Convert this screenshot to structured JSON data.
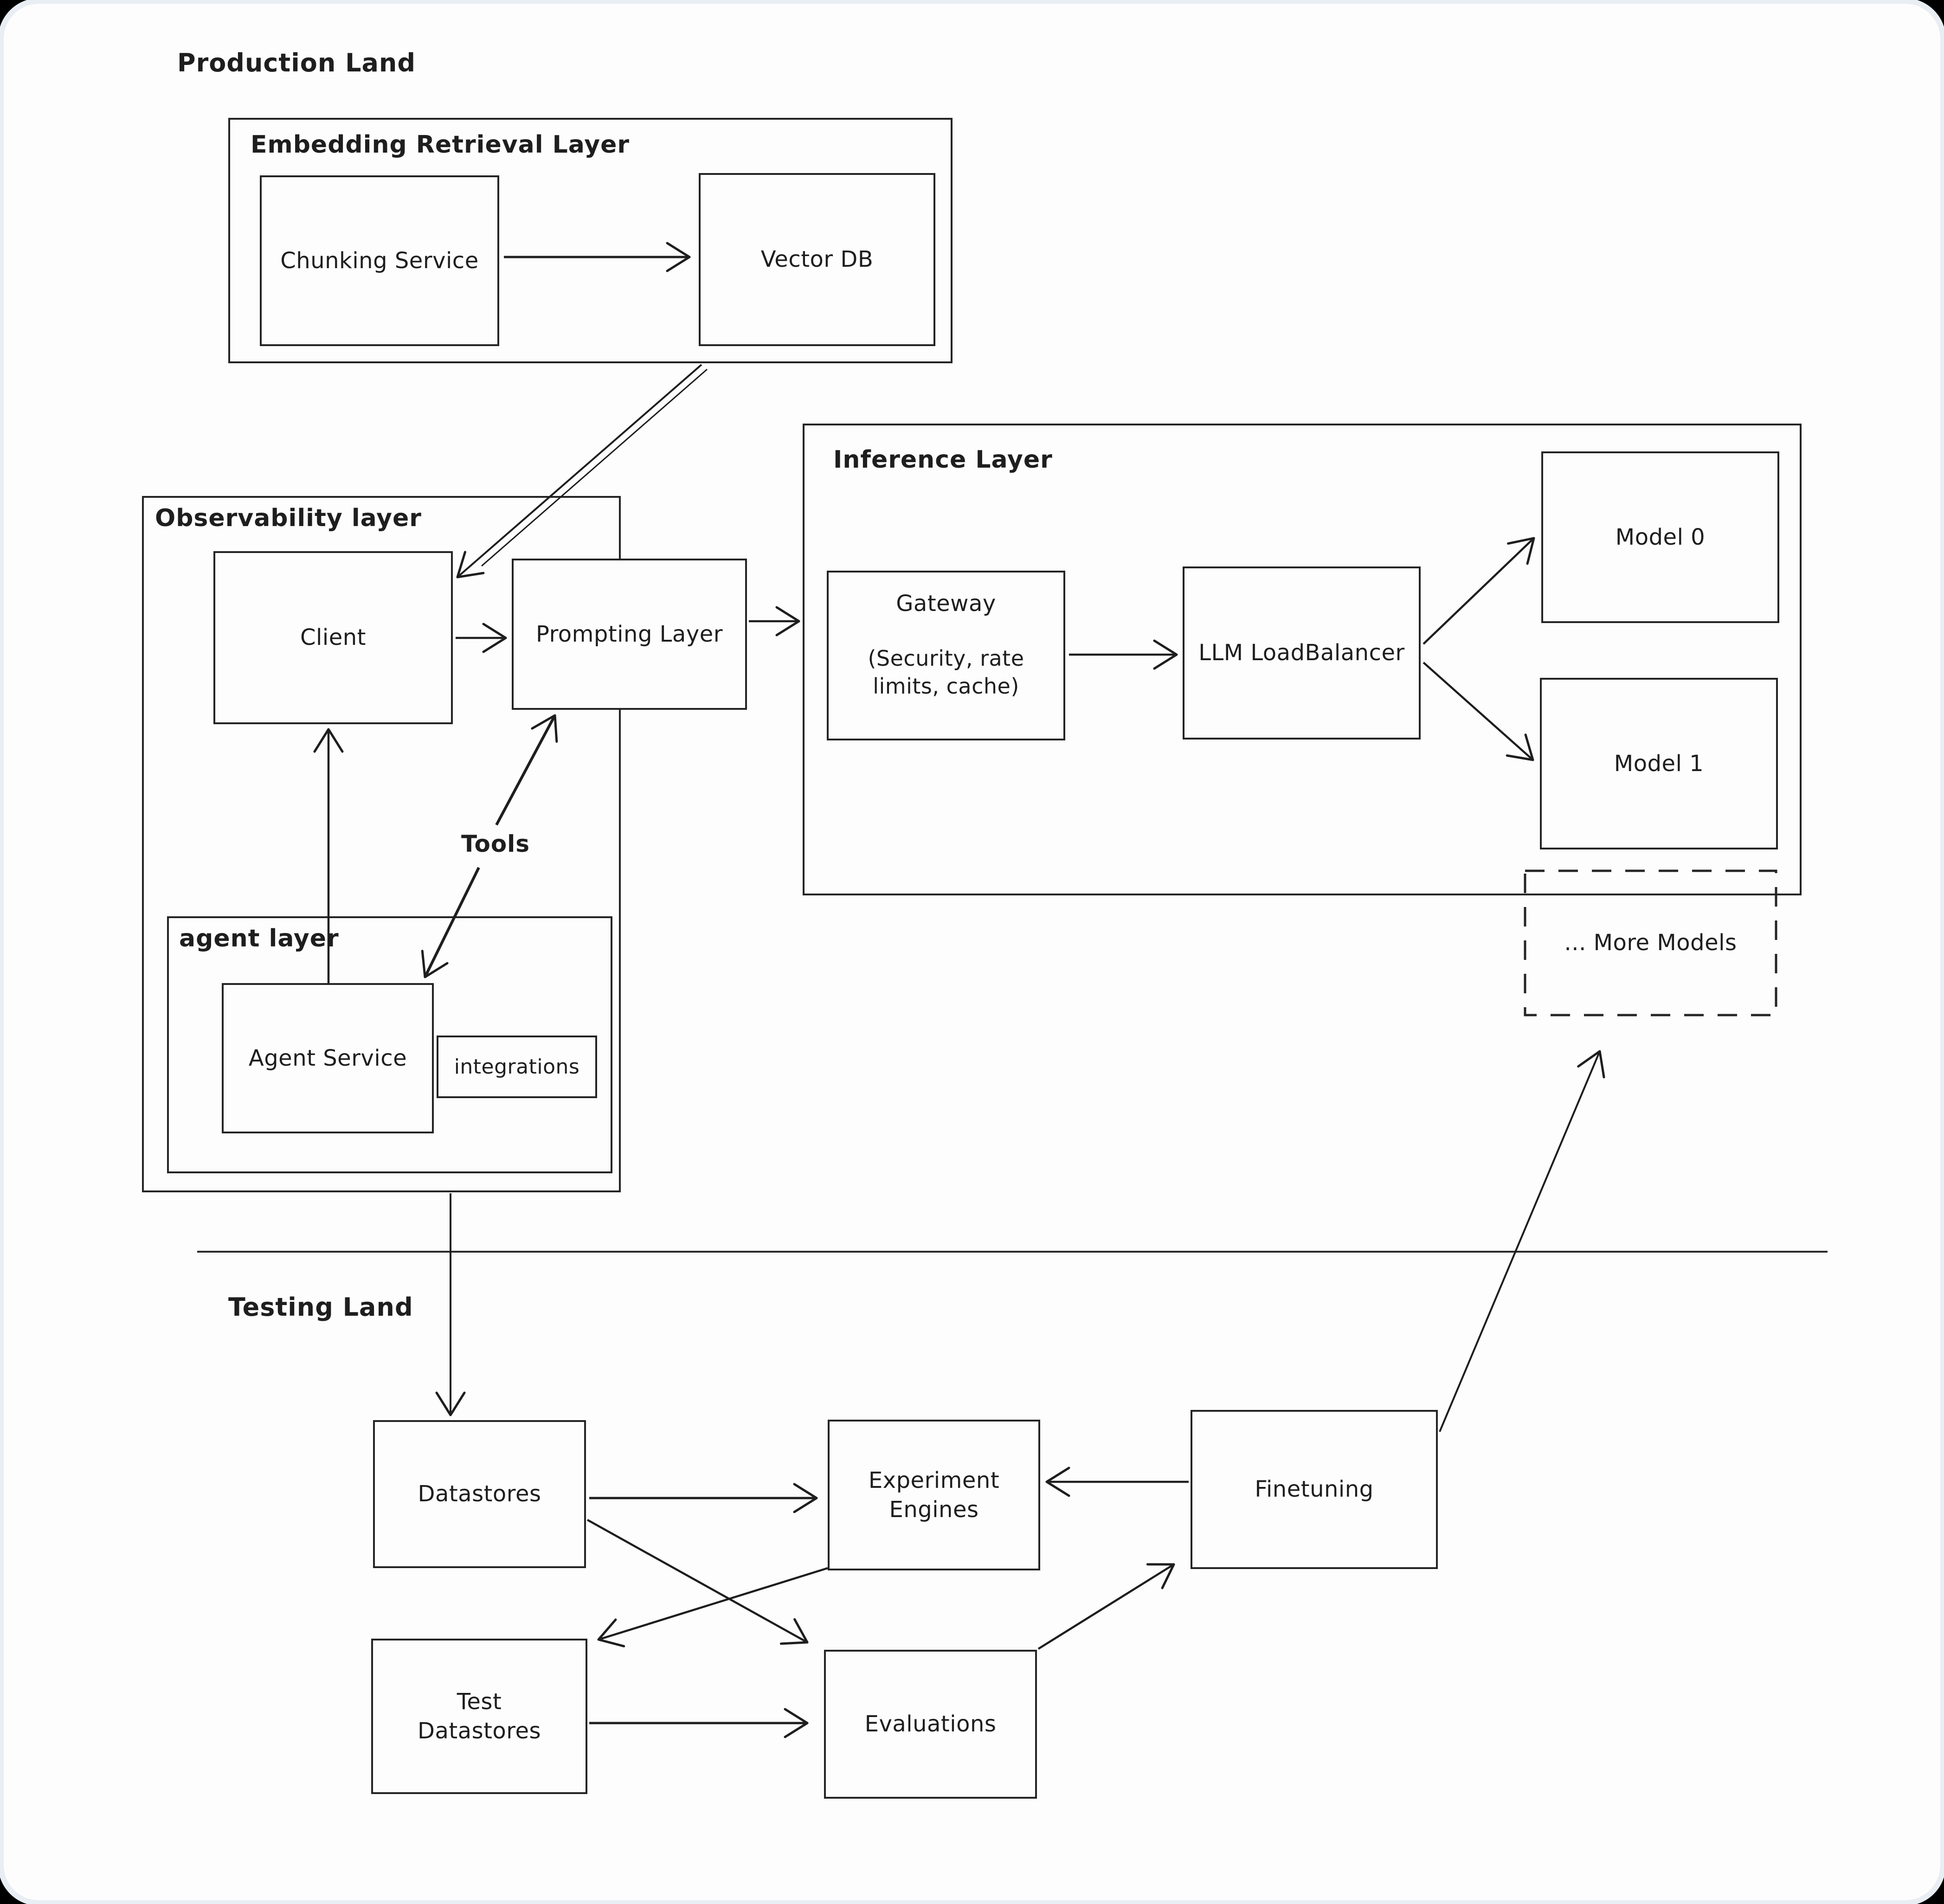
{
  "canvas": {
    "background": "#000000",
    "surface": "#fdfdfd",
    "ink": "#1e1e1e"
  },
  "regions": {
    "production": {
      "label": "Production Land"
    },
    "testing": {
      "label": "Testing Land"
    }
  },
  "groups": {
    "embedding": {
      "title": "Embedding Retrieval Layer"
    },
    "observability": {
      "title": "Observability layer"
    },
    "agent": {
      "title": "agent layer"
    },
    "inference": {
      "title": "Inference Layer"
    }
  },
  "nodes": {
    "chunking": {
      "label": "Chunking Service"
    },
    "vector_db": {
      "label": "Vector DB"
    },
    "client": {
      "label": "Client"
    },
    "prompting": {
      "label": "Prompting Layer"
    },
    "agent_service": {
      "label": "Agent Service"
    },
    "integrations": {
      "label": "integrations"
    },
    "gateway": {
      "label": "Gateway",
      "sublabel": "(Security, rate limits, cache)"
    },
    "llm_lb": {
      "label": "LLM LoadBalancer"
    },
    "model0": {
      "label": "Model 0"
    },
    "model1": {
      "label": "Model 1"
    },
    "more_models": {
      "label": "... More Models"
    },
    "datastores": {
      "label": "Datastores"
    },
    "experiment_engines": {
      "label": "Experiment Engines"
    },
    "finetuning": {
      "label": "Finetuning"
    },
    "test_datastores": {
      "label": "Test Datastores"
    },
    "evaluations": {
      "label": "Evaluations"
    }
  },
  "edges": [
    {
      "from": "Chunking Service",
      "to": "Vector DB",
      "label": ""
    },
    {
      "from": "Embedding Retrieval Layer",
      "to": "Client",
      "label": ""
    },
    {
      "from": "Client",
      "to": "Prompting Layer",
      "label": ""
    },
    {
      "from": "Prompting Layer",
      "to": "Inference Layer",
      "label": ""
    },
    {
      "from": "Gateway",
      "to": "LLM LoadBalancer",
      "label": ""
    },
    {
      "from": "LLM LoadBalancer",
      "to": "Model 0",
      "label": ""
    },
    {
      "from": "LLM LoadBalancer",
      "to": "Model 1",
      "label": ""
    },
    {
      "from": "Agent Service",
      "to": "Client",
      "label": ""
    },
    {
      "from": "Prompting Layer",
      "to": "Agent Service",
      "label": "Tools",
      "bidirectional": true
    },
    {
      "from": "Observability layer",
      "to": "Datastores",
      "label": ""
    },
    {
      "from": "Datastores",
      "to": "Experiment Engines",
      "label": ""
    },
    {
      "from": "Finetuning",
      "to": "Experiment Engines",
      "label": ""
    },
    {
      "from": "Datastores",
      "to": "Evaluations",
      "label": ""
    },
    {
      "from": "Experiment Engines",
      "to": "Test Datastores",
      "label": ""
    },
    {
      "from": "Test Datastores",
      "to": "Evaluations",
      "label": ""
    },
    {
      "from": "Evaluations",
      "to": "Finetuning",
      "label": ""
    },
    {
      "from": "Finetuning",
      "to": "... More Models",
      "label": ""
    }
  ]
}
